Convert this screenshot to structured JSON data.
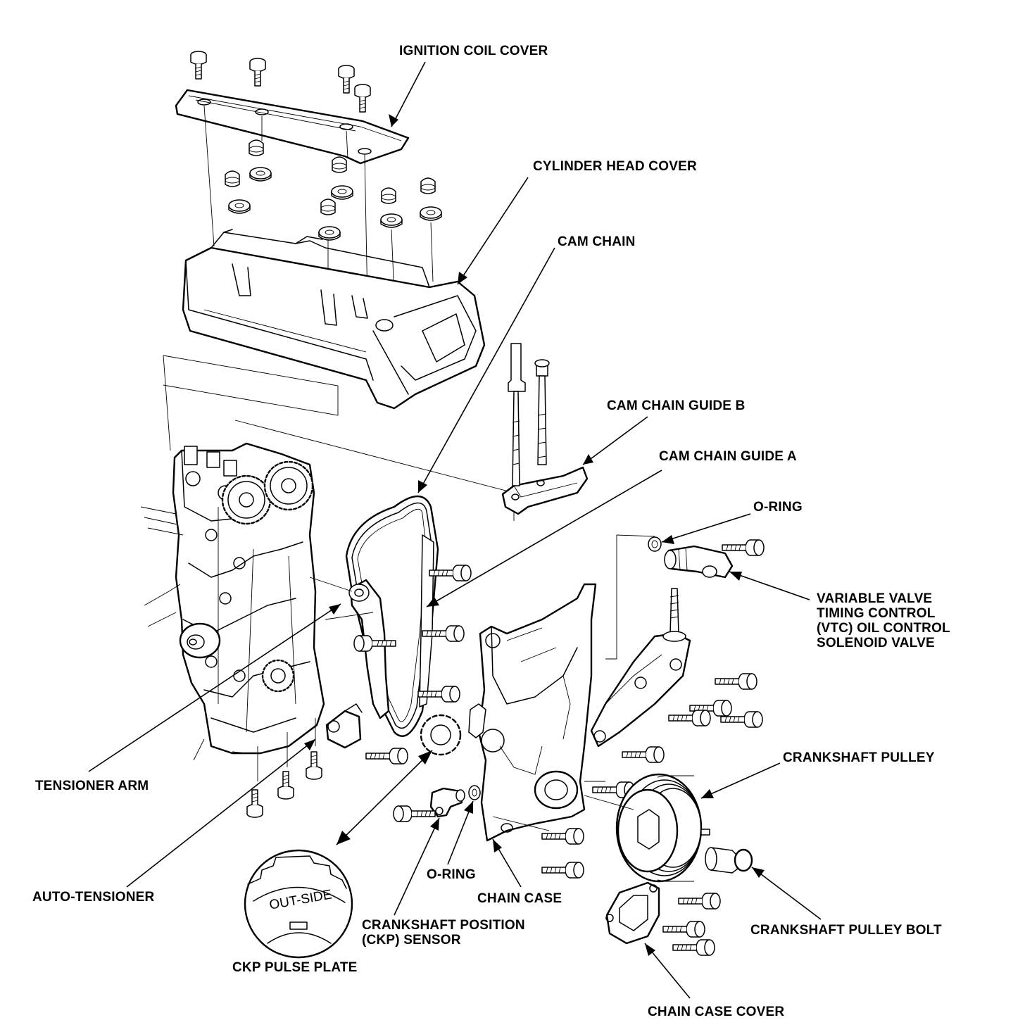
{
  "labels": {
    "ignition_coil_cover": "IGNITION COIL COVER",
    "cylinder_head_cover": "CYLINDER HEAD COVER",
    "cam_chain": "CAM CHAIN",
    "cam_chain_guide_b": "CAM CHAIN GUIDE B",
    "cam_chain_guide_a": "CAM CHAIN GUIDE A",
    "o_ring_top": "O-RING",
    "vtc_line1": "VARIABLE VALVE",
    "vtc_line2": "TIMING CONTROL",
    "vtc_line3": "(VTC) OIL CONTROL",
    "vtc_line4": "SOLENOID VALVE",
    "crankshaft_pulley": "CRANKSHAFT PULLEY",
    "tensioner_arm": "TENSIONER ARM",
    "auto_tensioner": "AUTO-TENSIONER",
    "o_ring_bottom": "O-RING",
    "chain_case": "CHAIN CASE",
    "ckp_sensor_line1": "CRANKSHAFT POSITION",
    "ckp_sensor_line2": "(CKP) SENSOR",
    "crankshaft_pulley_bolt": "CRANKSHAFT PULLEY BOLT",
    "ckp_pulse_plate": "CKP PULSE PLATE",
    "chain_case_cover": "CHAIN CASE COVER",
    "out_side_stamp": "OUT-SIDE"
  }
}
